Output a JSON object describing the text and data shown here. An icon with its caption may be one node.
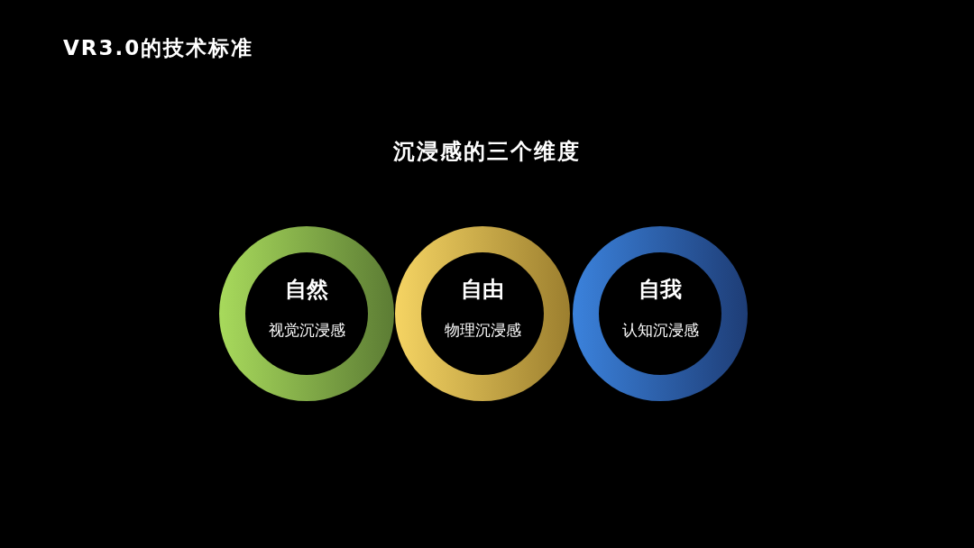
{
  "diagram": {
    "title": "VR3.0的技术标准",
    "nodes": [
      {
        "text": [
          "自然",
          "视觉沉浸感"
        ]
      },
      {
        "text": [
          "自由",
          "物理沉浸感"
        ]
      },
      {
        "text": [
          "自我",
          "认知沉浸感"
        ]
      }
    ],
    "labels": [
      "沉浸感的三个维度"
    ]
  }
}
